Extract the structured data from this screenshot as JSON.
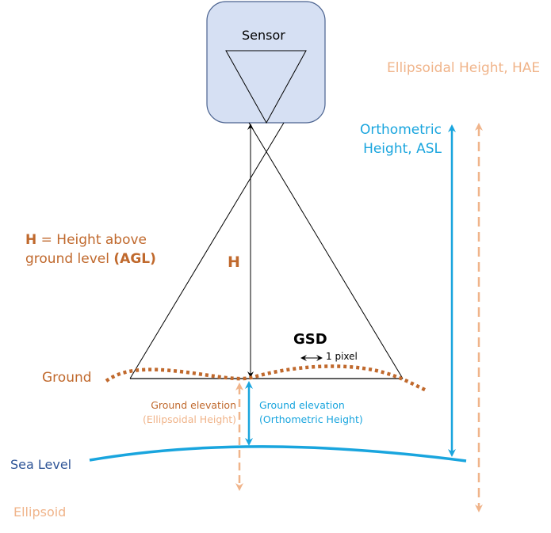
{
  "colors": {
    "sensor_fill": "#d6e0f3",
    "sensor_stroke": "#4a628f",
    "ground_brown": "#c0692d",
    "peach": "#f0b48a",
    "blue": "#19a5de",
    "navy": "#2f5597",
    "line": "#000000"
  },
  "labels": {
    "sensor": "Sensor",
    "hae": "Ellipsoidal Height, HAE",
    "ortho_line1": "Orthometric",
    "ortho_line2": "Height, ASL",
    "agl_h": "H",
    "agl_eq": " = Height above",
    "agl_line2_a": "ground level ",
    "agl_line2_b": "(AGL)",
    "h_marker": "H",
    "gsd": "GSD",
    "one_pixel": "1 pixel",
    "ground": "Ground",
    "ground_elev_ell_1": "Ground elevation",
    "ground_elev_ell_2": "(Ellipsoidal Height)",
    "ground_elev_ortho_1": "Ground elevation",
    "ground_elev_ortho_2": "(Orthometric Height)",
    "sea_level": "Sea Level",
    "ellipsoid": "Ellipsoid"
  }
}
